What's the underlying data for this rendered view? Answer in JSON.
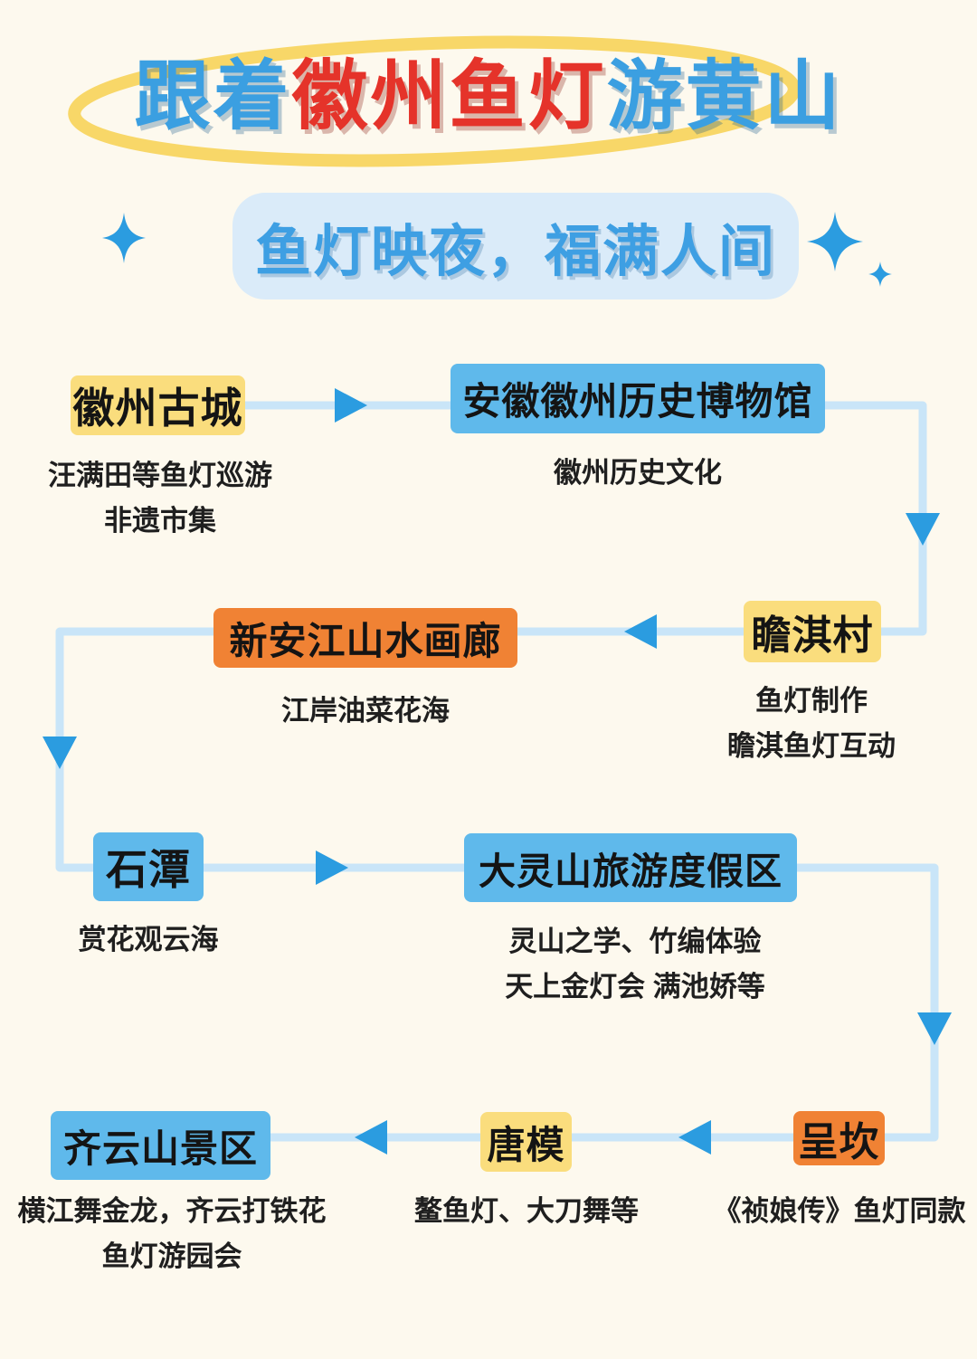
{
  "poster": {
    "title": {
      "prefix": "跟着",
      "highlight": "徽州鱼灯",
      "suffix": "游黄山"
    },
    "subtitle": "鱼灯映夜，福满人间"
  },
  "nodes": [
    {
      "id": "huizhou-gucheng",
      "label": "徽州古城",
      "color": "yellow",
      "notes": [
        "汪满田等鱼灯巡游",
        "非遗市集"
      ]
    },
    {
      "id": "huizhou-museum",
      "label": "安徽徽州历史博物馆",
      "color": "blue",
      "notes": [
        "徽州历史文化"
      ]
    },
    {
      "id": "zhanqi-village",
      "label": "瞻淇村",
      "color": "yellow",
      "notes": [
        "鱼灯制作",
        "瞻淇鱼灯互动"
      ]
    },
    {
      "id": "xinanjiang-gallery",
      "label": "新安江山水画廊",
      "color": "orange",
      "notes": [
        "江岸油菜花海"
      ]
    },
    {
      "id": "shitan",
      "label": "石潭",
      "color": "blue",
      "notes": [
        "赏花观云海"
      ]
    },
    {
      "id": "dalingshan-resort",
      "label": "大灵山旅游度假区",
      "color": "blue",
      "notes": [
        "灵山之学、竹编体验",
        "天上金灯会 满池娇等"
      ]
    },
    {
      "id": "chengkan",
      "label": "呈坎",
      "color": "orange",
      "notes": [
        "《祯娘传》鱼灯同款"
      ]
    },
    {
      "id": "tangmo",
      "label": "唐模",
      "color": "yellow",
      "notes": [
        "鳌鱼灯、大刀舞等"
      ]
    },
    {
      "id": "qiyunshan-area",
      "label": "齐云山景区",
      "color": "blue",
      "notes": [
        "横江舞金龙，齐云打铁花",
        "鱼灯游园会"
      ]
    }
  ],
  "edges": [
    {
      "from": "徽州古城",
      "to": "安徽徽州历史博物馆"
    },
    {
      "from": "安徽徽州历史博物馆",
      "to": "瞻淇村"
    },
    {
      "from": "瞻淇村",
      "to": "新安江山水画廊"
    },
    {
      "from": "新安江山水画廊",
      "to": "石潭"
    },
    {
      "from": "石潭",
      "to": "大灵山旅游度假区"
    },
    {
      "from": "大灵山旅游度假区",
      "to": "呈坎"
    },
    {
      "from": "呈坎",
      "to": "唐模"
    },
    {
      "from": "唐模",
      "to": "齐云山景区"
    }
  ],
  "colors": {
    "background": "#FDF9EE",
    "node_yellow": "#FADD7D",
    "node_blue": "#5FB9EB",
    "node_orange": "#F08234",
    "connector_line": "#C9E5F8",
    "arrowhead": "#2B9CE0",
    "title_blue": "#3B9FE1",
    "title_red": "#E5332A",
    "title_ellipse": "#F8D768",
    "subtitle_bg": "#DAEBF9",
    "subtitle_text": "#3E9FE3",
    "note_text": "#1F1F1F"
  }
}
